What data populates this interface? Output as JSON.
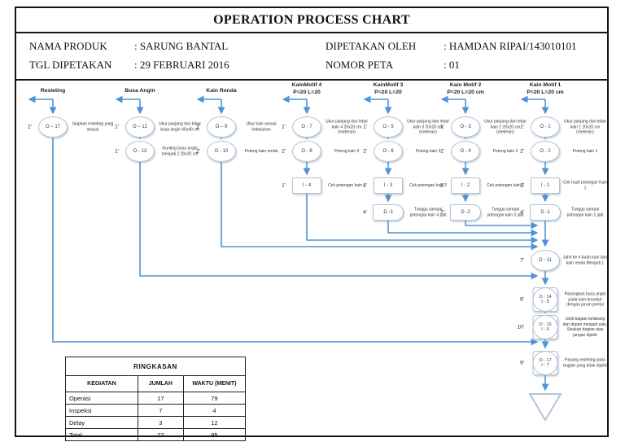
{
  "title": "OPERATION PROCESS CHART",
  "info": {
    "nama_produk_label": "NAMA PRODUK",
    "nama_produk_value": ": SARUNG BANTAL",
    "tgl_label": "TGL DIPETAKAN",
    "tgl_value": ": 29 FEBRUARI 2016",
    "oleh_label": "DIPETAKAN OLEH",
    "oleh_value": ": HAMDAN RIPAI/143010101",
    "nomor_label": "NOMOR PETA",
    "nomor_value": ": 01"
  },
  "colors": {
    "connector_blue": "#4f94d6",
    "symbol_border": "#b3c4d6"
  },
  "columns": [
    {
      "name": "Resleting",
      "sub": "",
      "steps": [
        {
          "id": "O – 17",
          "time": "2'",
          "label": "Siapkan resleting yang sesuai"
        }
      ]
    },
    {
      "name": "Busa Angin",
      "sub": "",
      "steps": [
        {
          "id": "O – 12",
          "time": "1'",
          "label": "Ukur panjang dan lebar busa angin 40x40 cm"
        },
        {
          "id": "O - 13",
          "time": "1'",
          "label": "Gunting busa angin menjadi 2 20x20 cm"
        }
      ]
    },
    {
      "name": "Kain Renda",
      "sub": "",
      "steps": [
        {
          "id": "O – 9",
          "time": "1'",
          "label": "Ukur kain sesuai kebutuhan"
        },
        {
          "id": "O - 10",
          "time": "2'",
          "label": "Potong kain renda"
        }
      ]
    },
    {
      "name": "KainMotif 4",
      "sub": "P=20  L=20",
      "steps": [
        {
          "id": "O - 7",
          "time": "1'",
          "label": "Ukur panjang dan lebar kain 4 20x20 cm (meteran)"
        },
        {
          "id": "O - 8",
          "time": "2'",
          "label": "Potong kain 4"
        },
        {
          "id": "I - 4",
          "time": "1'",
          "label": "Cek potongan kain 4"
        }
      ]
    },
    {
      "name": "KainMotif 3",
      "sub": "P=20  L=20",
      "steps": [
        {
          "id": "O - 5",
          "time": "1'",
          "label": "Ukur panjang dan lebar kain 3 20x20 cm (meteran)"
        },
        {
          "id": "O - 6",
          "time": "2'",
          "label": "Potong kain 3"
        },
        {
          "id": "I - 3",
          "time": "1'",
          "label": "Cek potongan kain 3"
        },
        {
          "id": "D -3",
          "time": "4'",
          "label": "Tunggu sampai potongan kain 4 jadi"
        }
      ]
    },
    {
      "name": "Kain Motif 2",
      "sub": "P=20  L=20 cm",
      "steps": [
        {
          "id": "O - 3",
          "time": "1'",
          "label": "Ukur panjang dan lebar kain 2 20x20 cm (meteran)"
        },
        {
          "id": "O - 4",
          "time": "2'",
          "label": "Potong kain 2"
        },
        {
          "id": "I - 2",
          "time": "1'",
          "label": "Cek potongan kain 2"
        },
        {
          "id": "D -2",
          "time": "7'",
          "label": "Tunggu sampai potongan kain 3 jadi"
        }
      ]
    },
    {
      "name": "Kain Motif 1",
      "sub": "P=20  L=20 cm",
      "steps": [
        {
          "id": "O - 1",
          "time": "1'",
          "label": "Ukur panjang dan lebar kain 1 20x20 cm (meteran)"
        },
        {
          "id": "O - 2",
          "time": "2'",
          "label": "Potong kain 1"
        },
        {
          "id": "I - 1",
          "time": "1'",
          "label": "Cek hasil potongan Kain 1"
        },
        {
          "id": "D -1",
          "time": "4'",
          "label": "Tunggu sampai potongan kain 2 jadi"
        }
      ]
    }
  ],
  "main_line": [
    {
      "id": "O - 11",
      "id2": "",
      "time": "7'",
      "label": "Jahit ke 4 buah kain dan kain renda Menjadi 1"
    },
    {
      "id": "O - 14",
      "id2": "I - 5",
      "time": "6'",
      "label": "Pasangkan busa angin pada kain tersebut dengan jarum pentul"
    },
    {
      "id": "O - 15",
      "id2": "I - 6",
      "time": "10'",
      "label": "Jahit bagian belakang dan depan menjadi satu. Sisakan bagian atas jangan dijahit"
    },
    {
      "id": "O - 17",
      "id2": "I - 7",
      "time": "9'",
      "label": "Pasang resleting pada bagian yang tidak dijahit"
    }
  ],
  "summary_table": {
    "title": "RINGKASAN",
    "headers": [
      "KEGIATAN",
      "JUMLAH",
      "WAKTU (MENIT)"
    ],
    "rows": [
      [
        "Operasi",
        "17",
        "79"
      ],
      [
        "Inspeksi",
        "7",
        "4"
      ],
      [
        "Delay",
        "3",
        "12"
      ],
      [
        "Total",
        "27",
        "95"
      ]
    ]
  }
}
